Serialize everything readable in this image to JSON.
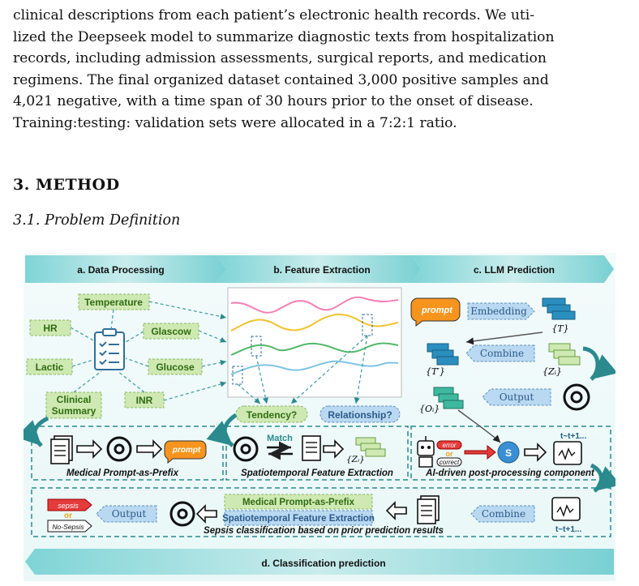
{
  "paragraph": {
    "line1": "clinical descriptions from each patient’s electronic health records. We uti-",
    "line2": "lized the Deepseek model to summarize diagnostic texts from hospitalization",
    "line3": "records, including admission assessments, surgical reports, and medication",
    "line4": "regimens. The final organized dataset contained 3,000 positive samples and",
    "line5": "4,021 negative, with a time span of 30 hours prior to the onset of disease.",
    "line6": "Training:testing: validation sets were allocated in a 7:2:1 ratio."
  },
  "section": {
    "heading": "3. METHOD",
    "subheading": "3.1. Problem Definition"
  },
  "figure": {
    "stages": {
      "a": "a. Data Processing",
      "b": "b. Feature Extraction",
      "c": "c. LLM Prediction",
      "d": "d. Classification prediction"
    },
    "features": {
      "temperature": "Temperature",
      "hr": "HR",
      "glascow": "Glascow",
      "lactic": "Lactic",
      "glucose": "Glucose",
      "inr": "INR",
      "clinical_1": "Clinical",
      "clinical_2": "Summary"
    },
    "questions": {
      "tendency": "Tendency?",
      "relationship": "Relationship?"
    },
    "prompt": "prompt",
    "embedding": "Embedding",
    "combine": "Combine",
    "output": "Output",
    "math": {
      "T_prime": "{T′}",
      "T": "{T}",
      "Z": "{Zᵢ}",
      "O": "{Oᵢ}"
    },
    "match": "Match",
    "captions": {
      "a": "Medical Prompt-as-Prefix",
      "b": "Spatiotemporal Feature Extraction",
      "c": "AI-driven post-processing component",
      "d": "Sepsis classification based on prior prediction results"
    },
    "labels": {
      "error": "error",
      "or": "or",
      "correct": "correct",
      "s": "S",
      "t_range": "t~t+1...",
      "sepsis": "sepsis",
      "no_sepsis": "No-Sepsis",
      "prefix_box": "Medical Prompt-as-Prefix",
      "feature_box": "Spatiotemporal Feature Extraction"
    }
  }
}
